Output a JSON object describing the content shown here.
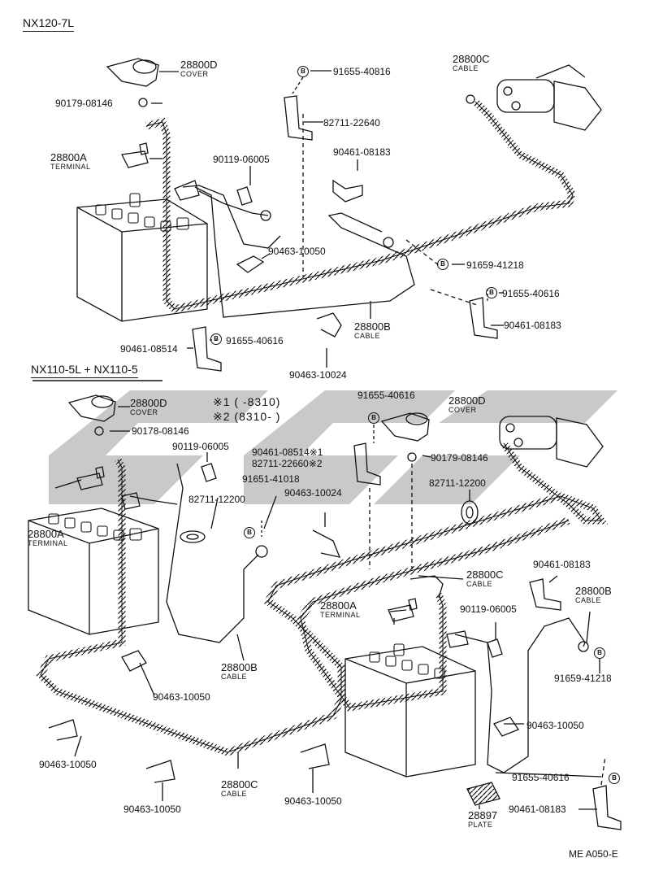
{
  "header": {
    "model_top": "NX120-7L",
    "model_bottom": "NX110-5L + NX110-5"
  },
  "notes": {
    "note1": "※1 (   -8310)",
    "note2": "※2 (8310-   )"
  },
  "watermark": {
    "color": "#8a8a8a"
  },
  "bolt_marker": "B",
  "top_labels": [
    {
      "id": "t1",
      "part": "28800D",
      "sub": "COVER"
    },
    {
      "id": "t2",
      "part": "91655-40816"
    },
    {
      "id": "t3",
      "part": "28800C",
      "sub": "CABLE"
    },
    {
      "id": "t4",
      "part": "90179-08146"
    },
    {
      "id": "t5",
      "part": "82711-22640"
    },
    {
      "id": "t6",
      "part": "28800A",
      "sub": "TERMINAL"
    },
    {
      "id": "t7",
      "part": "90461-08183"
    },
    {
      "id": "t8",
      "part": "90119-06005"
    },
    {
      "id": "t9",
      "part": "90463-10050"
    },
    {
      "id": "t10",
      "part": "91659-41218"
    },
    {
      "id": "t11",
      "part": "91655-40616"
    },
    {
      "id": "t12",
      "part": "90461-08183"
    },
    {
      "id": "t13",
      "part": "90461-08514"
    },
    {
      "id": "t14",
      "part": "91655-40616"
    },
    {
      "id": "t15",
      "part": "28800B",
      "sub": "CABLE"
    },
    {
      "id": "t16",
      "part": "90463-10024"
    }
  ],
  "bottom_labels": [
    {
      "id": "b1",
      "part": "28800D",
      "sub": "COVER"
    },
    {
      "id": "b2",
      "part": "91655-40616"
    },
    {
      "id": "b3",
      "part": "28800D",
      "sub": "COVER"
    },
    {
      "id": "b4",
      "part": "90178-08146"
    },
    {
      "id": "b5",
      "part": "90119-06005"
    },
    {
      "id": "b6",
      "part": "90461-08514※1"
    },
    {
      "id": "b7",
      "part": "82711-22660※2"
    },
    {
      "id": "b8",
      "part": "90179-08146"
    },
    {
      "id": "b9",
      "part": "91651-41018"
    },
    {
      "id": "b10",
      "part": "82711-12200"
    },
    {
      "id": "b11",
      "part": "90463-10024"
    },
    {
      "id": "b12",
      "part": "82711-12200"
    },
    {
      "id": "b13",
      "part": "28800A",
      "sub": "TERMINAL"
    },
    {
      "id": "b14",
      "part": "90461-08183"
    },
    {
      "id": "b15",
      "part": "28800C",
      "sub": "CABLE"
    },
    {
      "id": "b16",
      "part": "28800B",
      "sub": "CABLE"
    },
    {
      "id": "b17",
      "part": "28800A",
      "sub": "TERMINAL"
    },
    {
      "id": "b18",
      "part": "90119-06005"
    },
    {
      "id": "b19",
      "part": "28800B",
      "sub": "CABLE"
    },
    {
      "id": "b20",
      "part": "91659-41218"
    },
    {
      "id": "b21",
      "part": "90463-10050"
    },
    {
      "id": "b22",
      "part": "90463-10050"
    },
    {
      "id": "b23",
      "part": "90463-10050"
    },
    {
      "id": "b24",
      "part": "90463-10050"
    },
    {
      "id": "b25",
      "part": "28800C",
      "sub": "CABLE"
    },
    {
      "id": "b26",
      "part": "90463-10050"
    },
    {
      "id": "b27",
      "part": "91655-40616"
    },
    {
      "id": "b28",
      "part": "28897",
      "sub": "PLATE"
    },
    {
      "id": "b29",
      "part": "90461-08183"
    }
  ],
  "footer": {
    "code": "ME A050-E"
  }
}
